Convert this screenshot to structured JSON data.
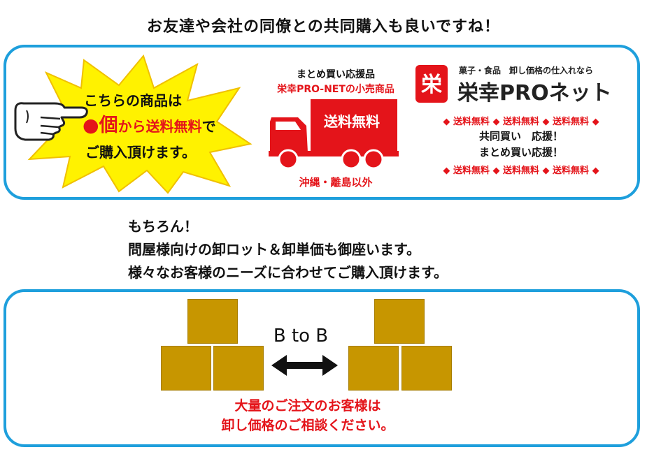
{
  "heading": "お友達や会社の同僚との共同購入も良いですね！",
  "promo": {
    "line1": "こちらの商品は",
    "line2_dot": "●",
    "line2_unit": "個",
    "line2_from": "から",
    "line2_free": "送料無料",
    "line2_tail": "で",
    "line3": "ご購入頂けます。"
  },
  "truck": {
    "caption_top": "まとめ買い応援品",
    "caption_brand": "栄幸PRO-NETの小売商品",
    "body_text": "送料無料",
    "caption_bottom": "沖縄・離島以外"
  },
  "logo": {
    "mark_char": "栄",
    "subtitle": "菓子・食品　卸し価格の仕入れなら",
    "name": "栄幸PROネット"
  },
  "free_shipping_banner": "◆ 送料無料 ◆ 送料無料 ◆ 送料無料 ◆",
  "cooperative": {
    "line1": "共同買い　応援！",
    "line2": "まとめ買い応援！"
  },
  "body_text": {
    "line1": "もちろん！",
    "line2": "問屋様向けの卸ロット＆卸単価も御座います。",
    "line3": "様々なお客様のニーズに合わせてご購入頂けます。"
  },
  "btob": {
    "label": "B to B"
  },
  "bulk_order": {
    "line1": "大量のご注文のお客様は",
    "line2": "卸し価格のご相談ください。"
  },
  "colors": {
    "accent_blue": "#1e9fdc",
    "red": "#e4141a",
    "burst_yellow": "#fff200",
    "box_gold": "#c79600"
  }
}
